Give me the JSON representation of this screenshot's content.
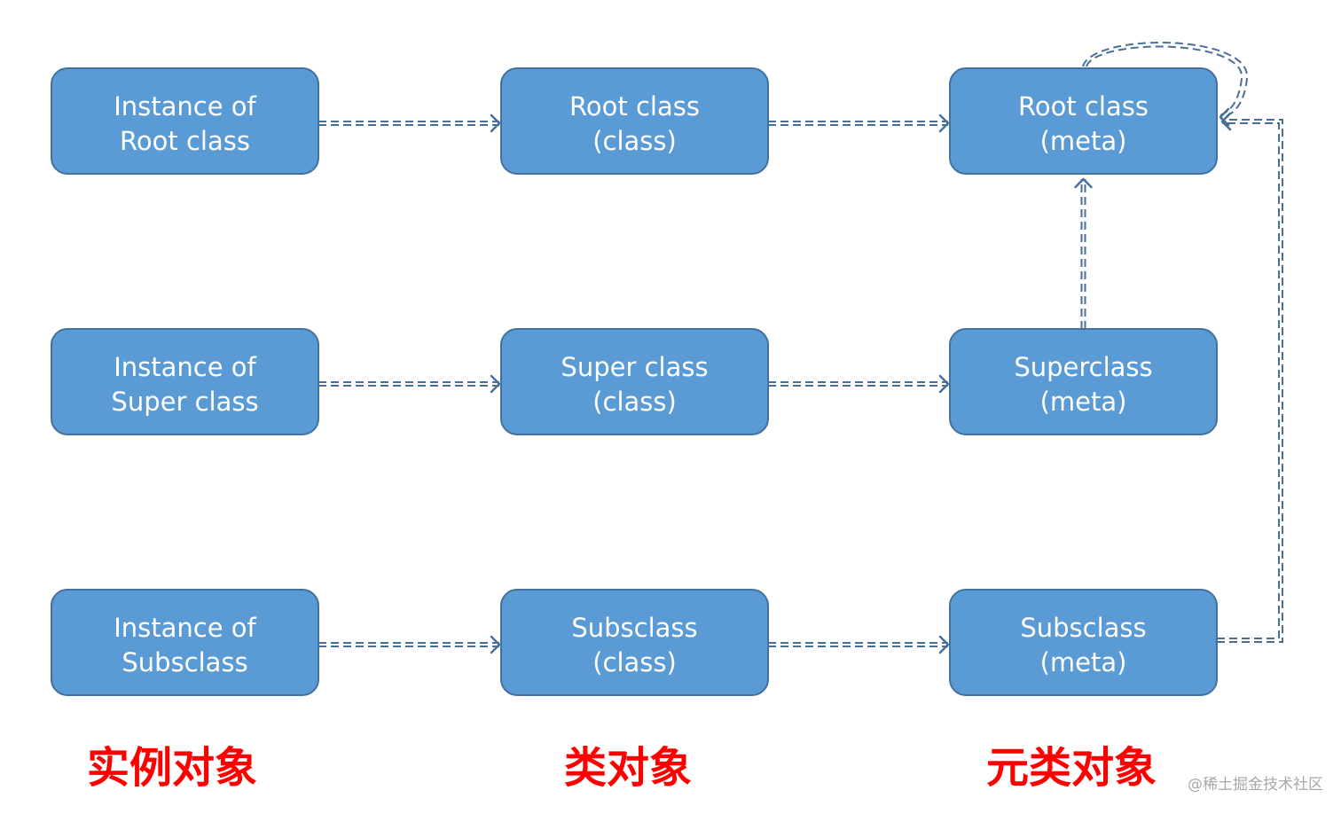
{
  "colors": {
    "node_fill": "#5b9bd5",
    "node_stroke": "#41719c",
    "node_text": "#ffffff",
    "edge": "#4a6f96",
    "caption": "#ff0000",
    "watermark": "#a8a8a8"
  },
  "nodes": [
    {
      "id": "instance-root",
      "lines": [
        "Instance of",
        "Root class"
      ]
    },
    {
      "id": "root-class",
      "lines": [
        "Root class",
        "(class)"
      ]
    },
    {
      "id": "root-meta",
      "lines": [
        "Root class",
        "(meta)"
      ]
    },
    {
      "id": "instance-super",
      "lines": [
        "Instance of",
        "Super class"
      ]
    },
    {
      "id": "super-class",
      "lines": [
        "Super class",
        "(class)"
      ]
    },
    {
      "id": "super-meta",
      "lines": [
        "Superclass",
        "(meta)"
      ]
    },
    {
      "id": "instance-sub",
      "lines": [
        "Instance of",
        "Subsclass"
      ]
    },
    {
      "id": "sub-class",
      "lines": [
        "Subsclass",
        "(class)"
      ]
    },
    {
      "id": "sub-meta",
      "lines": [
        "Subsclass",
        "(meta)"
      ]
    }
  ],
  "edges": [
    {
      "from": "instance-root",
      "to": "root-class"
    },
    {
      "from": "root-class",
      "to": "root-meta"
    },
    {
      "from": "instance-super",
      "to": "super-class"
    },
    {
      "from": "super-class",
      "to": "super-meta"
    },
    {
      "from": "instance-sub",
      "to": "sub-class"
    },
    {
      "from": "sub-class",
      "to": "sub-meta"
    },
    {
      "from": "super-meta",
      "to": "root-meta"
    },
    {
      "from": "sub-meta",
      "to": "root-meta"
    },
    {
      "from": "root-meta",
      "to": "root-meta"
    }
  ],
  "captions": {
    "instance_objects": "实例对象",
    "class_objects": "类对象",
    "meta_class_objects": "元类对象"
  },
  "watermark": "@稀土掘金技术社区"
}
